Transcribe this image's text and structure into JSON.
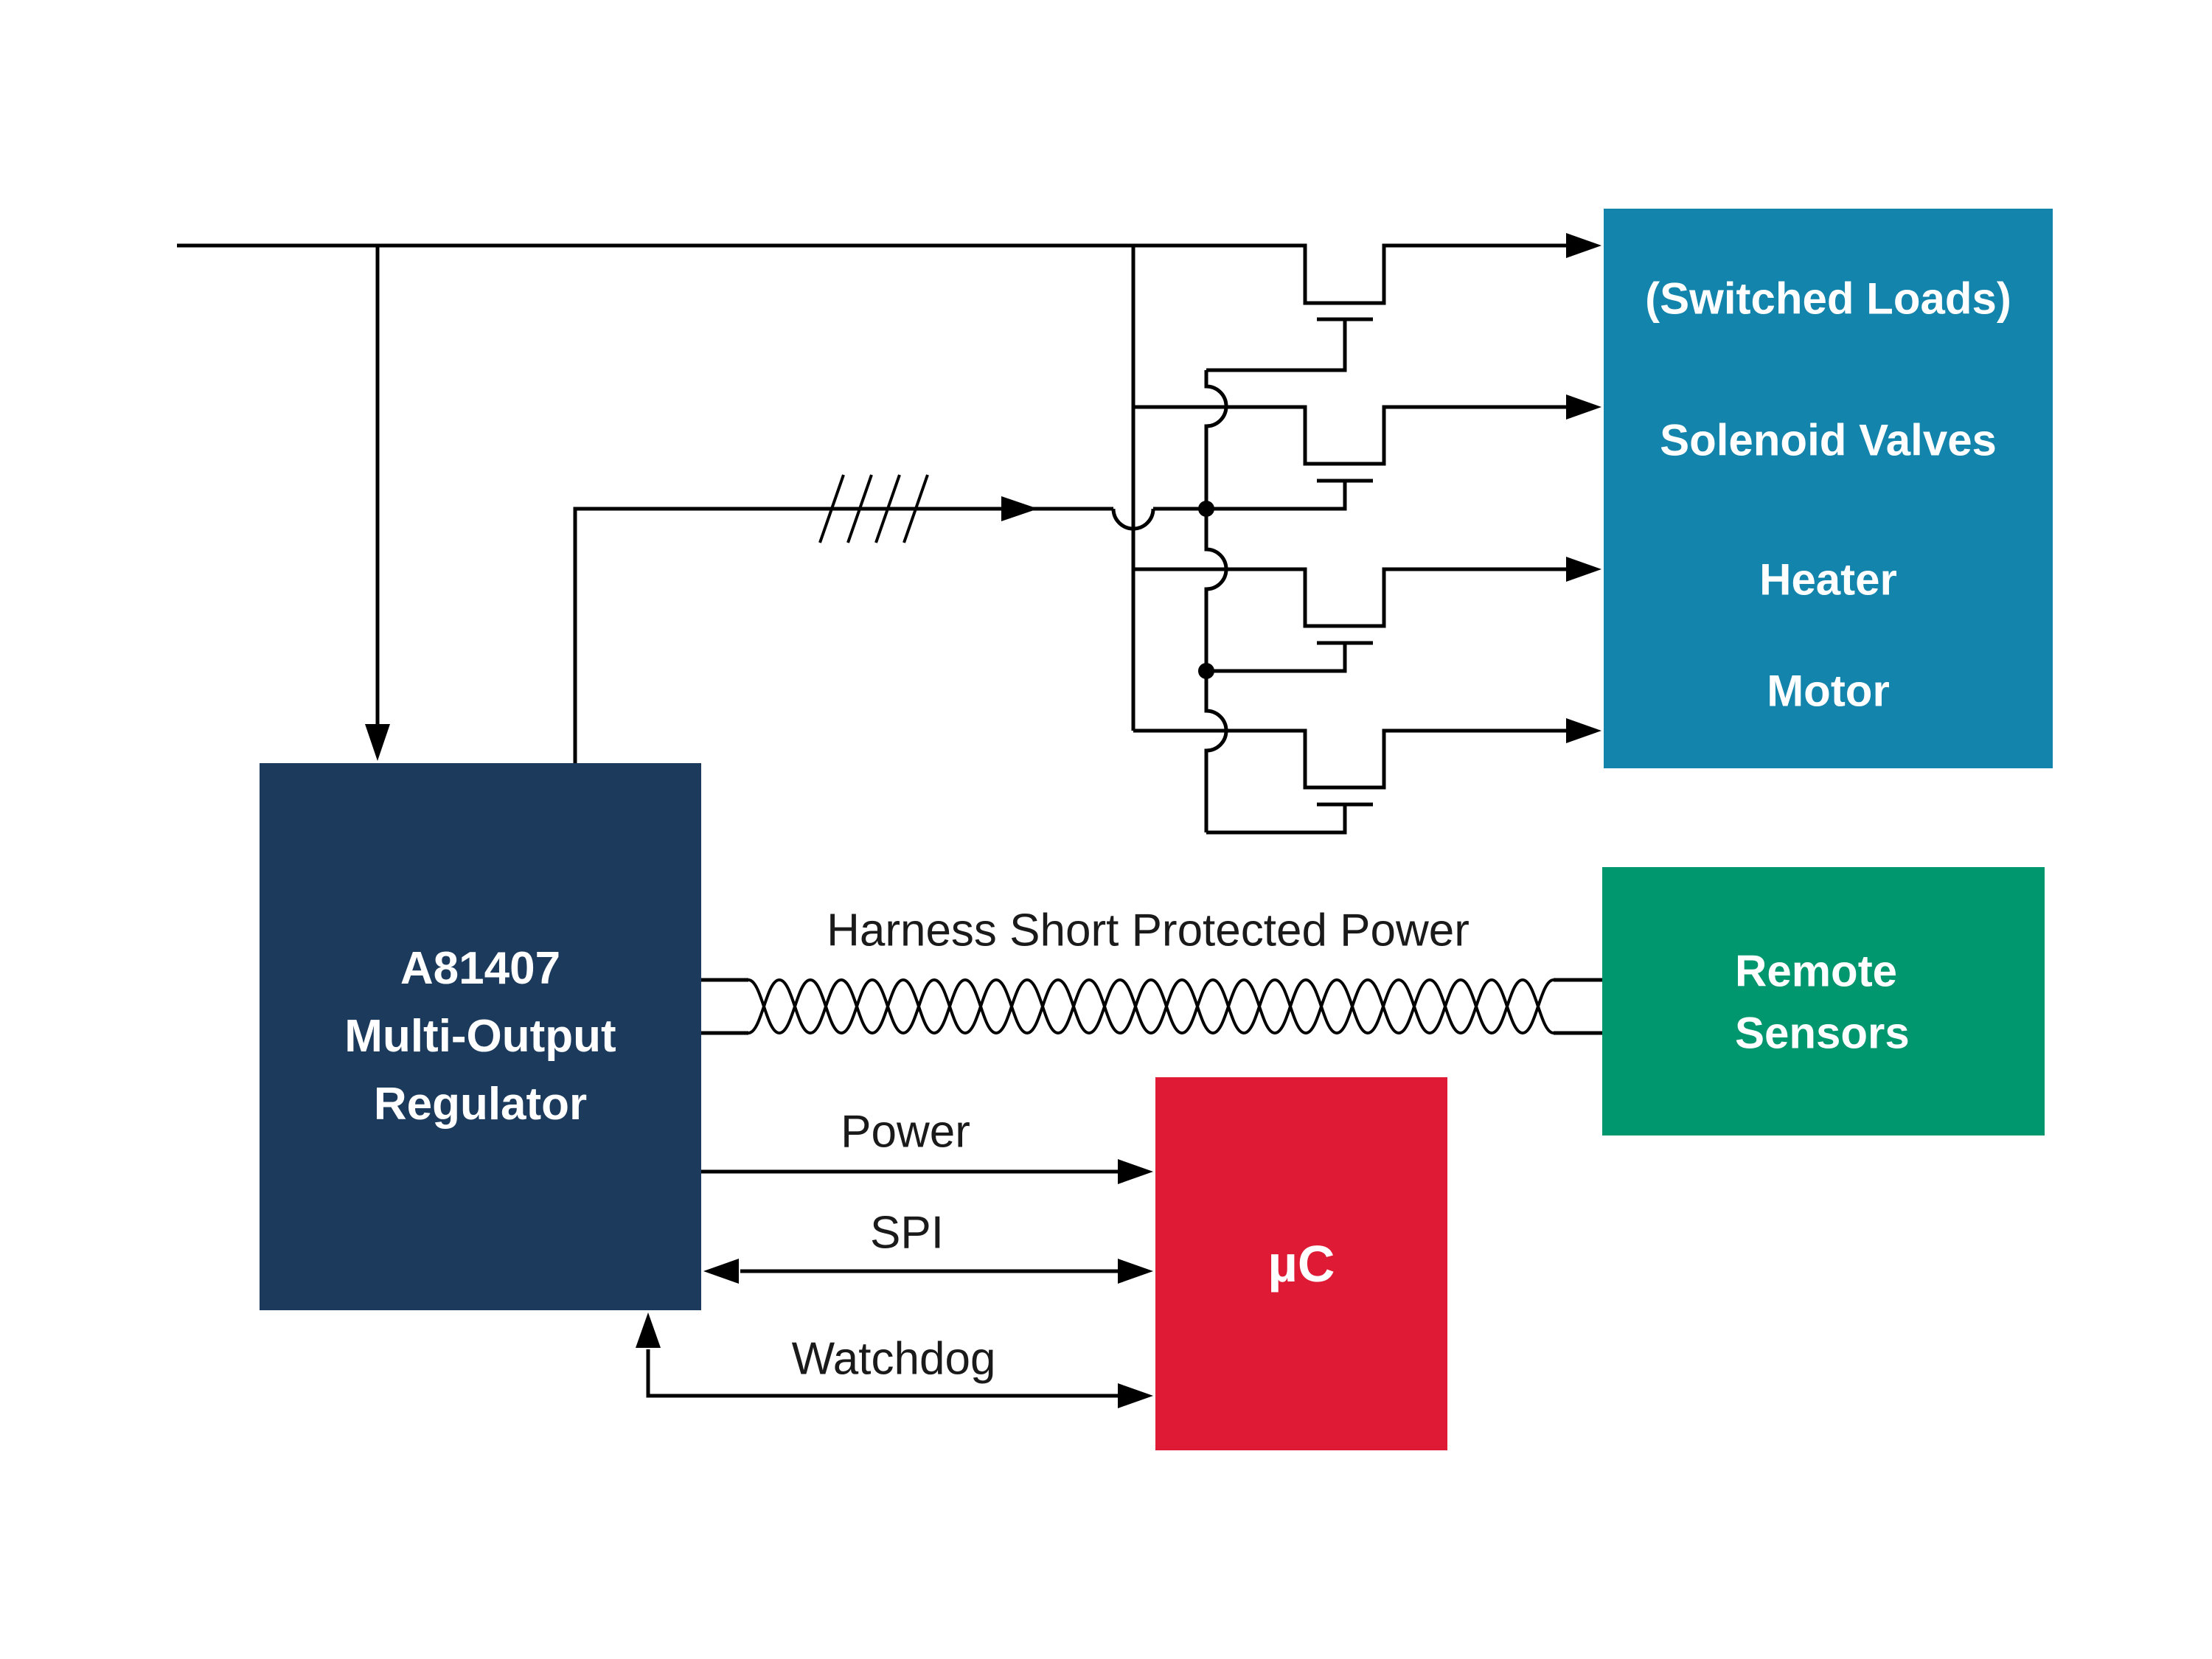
{
  "boxes": {
    "regulator": {
      "lines": [
        "A81407",
        "Multi-Output",
        "Regulator"
      ],
      "color": "#1b3a5c"
    },
    "switched_loads": {
      "labels": [
        "(Switched Loads)",
        "Solenoid Valves",
        "Heater",
        "Motor"
      ],
      "color": "#1384ab"
    },
    "remote_sensors": {
      "lines": [
        "Remote",
        "Sensors"
      ],
      "color": "#00966e"
    },
    "mcu": {
      "label": "µC",
      "color": "#de1a35"
    }
  },
  "connections": {
    "harness_label": "Harness Short Protected Power",
    "power_label": "Power",
    "spi_label": "SPI",
    "watchdog_label": "Watchdog"
  },
  "line_color": "#000000"
}
